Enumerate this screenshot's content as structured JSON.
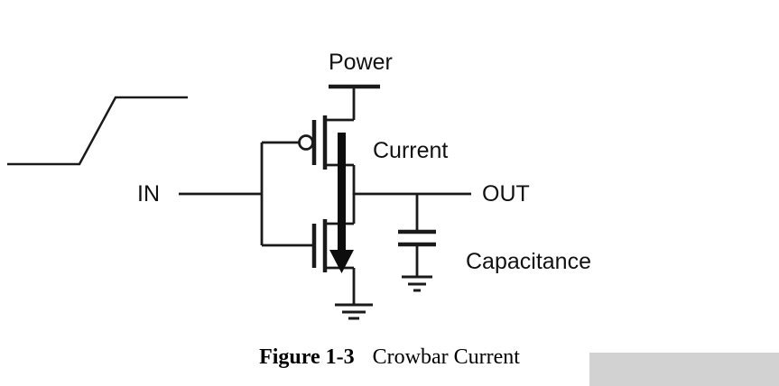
{
  "figure": {
    "labels": {
      "power": "Power",
      "current": "Current",
      "in": "IN",
      "out": "OUT",
      "capacitance": "Capacitance"
    },
    "caption": {
      "number": "Figure 1-3",
      "title": "Crowbar Current"
    },
    "colors": {
      "line": "#1a1a1a",
      "arrow": "#0d0d0d",
      "background": "#ffffff",
      "highlight": "#d2d2d2"
    }
  }
}
